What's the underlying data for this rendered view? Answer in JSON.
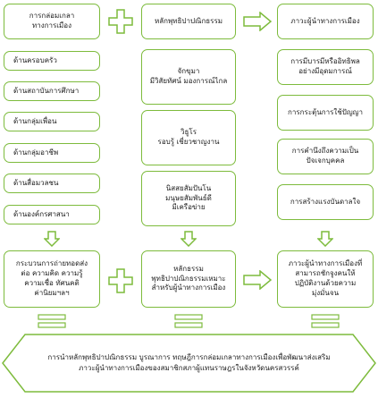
{
  "col1": {
    "top": [
      "การกล่อมเกลา",
      "ทางการเมือง"
    ],
    "items": [
      "ด้านครอบครัว",
      "ด้านสถาบันการศึกษา",
      "ด้านกลุ่มเพื่อน",
      "ด้านกลุ่มอาชีพ",
      "ด้านสื่อมวลชน",
      "ด้านองค์กรศาสนา"
    ],
    "bottom": [
      "กระบวนการถ่ายทอดส่ง",
      "ต่อ ความคิด ความรู้",
      "ความเชื่อ ทัศนคติ",
      "ค่านิยมฯลฯ"
    ]
  },
  "col2": {
    "top": "หลักพุทธิปาปณิกธรรม",
    "items": [
      [
        "จักขุมา",
        "มีวิสัยทัศน์ มองการณ์ไกล"
      ],
      [
        "วิธูโร",
        "รอบรู้ เชี่ยวชาญงาน"
      ],
      [
        "นิสสยสัมปันโน",
        "มนุษยสัมพันธ์ดี",
        "มีเครือข่าย"
      ]
    ],
    "bottom": [
      "หลักธรรม",
      "พุทธิปาปณิกธรรมเหมาะ",
      "สำหรับผู้นำทางการเมือง"
    ]
  },
  "col3": {
    "top": "ภาวะผู้นำทางการเมือง",
    "items": [
      [
        "การมีบารมีหรืออิทธิพล",
        "อย่างมีอุดมการณ์"
      ],
      [
        "การกระตุ้นการใช้ปัญญา"
      ],
      [
        "การคำนึงถึงความเป็น",
        "ปัจเจกบุคคล"
      ],
      [
        "การสร้างแรงบันดาลใจ"
      ]
    ],
    "bottom": [
      "ภาวะผู้นำทางการเมืองที่",
      "สามารถชักจูงคนให้",
      "ปฏิบัติงานด้วยความ",
      "มุ่งมั่นจน"
    ]
  },
  "footer": [
    "การนำหลักพุทธิปาปณิกธรรม บูรณาการ ทฤษฎีการกล่อมเกลาทางการเมืองเพื่อพัฒนาส่งเสริม",
    "ภาวะผู้นำทางการเมืองของสมาชิกสภาผู้แทนราษฎรในจังหวัดนครสวรรค์"
  ],
  "colors": {
    "border": "#7dbb3c",
    "fill": "#ffffff",
    "arrow_fill": "#ffffff"
  },
  "icons": [
    "plus-icon",
    "arrow-right-icon",
    "arrow-down-icon",
    "equals-icon"
  ]
}
